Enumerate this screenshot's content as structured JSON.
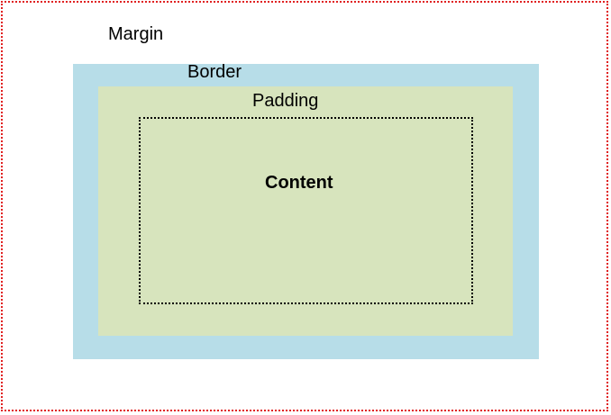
{
  "diagram": {
    "labels": {
      "margin": "Margin",
      "border": "Border",
      "padding": "Padding",
      "content": "Content"
    },
    "colors": {
      "margin_outline": "#e02020",
      "border_fill": "#b7dde8",
      "padding_fill": "#d7e4bd",
      "content_outline": "#000000"
    }
  }
}
